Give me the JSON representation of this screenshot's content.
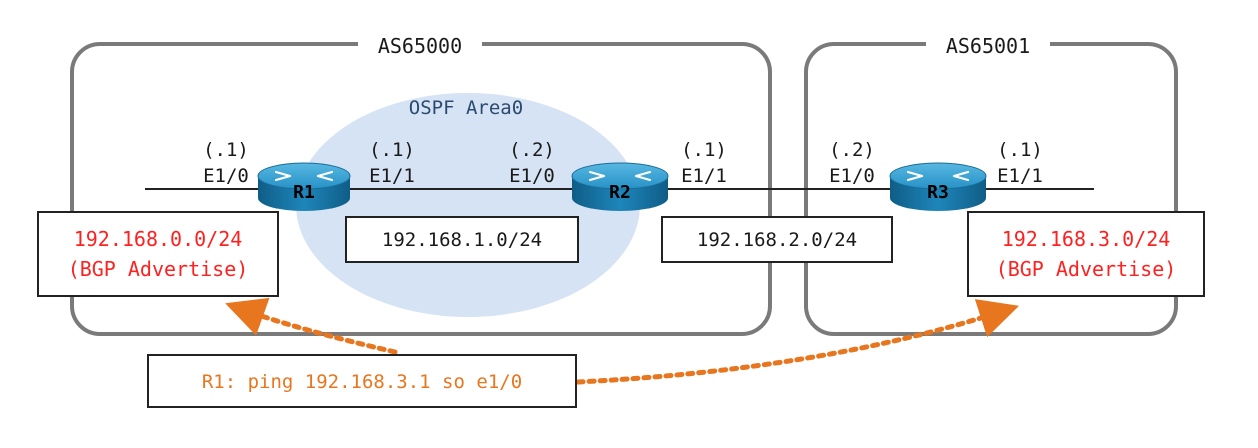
{
  "colors": {
    "as_border": "#7a7a7a",
    "area_fill": "#d6e3f4",
    "link": "#222222",
    "advertise_text": "#ff2020",
    "ping_text": "#e8761e",
    "arrow": "#e8761e",
    "router_body": "#1d7fb0"
  },
  "as_left": {
    "label": "AS65000"
  },
  "as_right": {
    "label": "AS65001"
  },
  "ospf_area": {
    "label": "OSPF Area0"
  },
  "routers": {
    "r1": {
      "label": "R1"
    },
    "r2": {
      "label": "R2"
    },
    "r3": {
      "label": "R3"
    }
  },
  "interfaces": {
    "r1_e10": {
      "host": "(.1)",
      "name": "E1/0"
    },
    "r1_e11": {
      "host": "(.1)",
      "name": "E1/1"
    },
    "r2_e10": {
      "host": "(.2)",
      "name": "E1/0"
    },
    "r2_e11": {
      "host": "(.1)",
      "name": "E1/1"
    },
    "r3_e10": {
      "host": "(.2)",
      "name": "E1/0"
    },
    "r3_e11": {
      "host": "(.1)",
      "name": "E1/1"
    }
  },
  "networks": {
    "left_lan": {
      "line1": "192.168.0.0/24",
      "line2": "(BGP Advertise)"
    },
    "r1_r2": {
      "label": "192.168.1.0/24"
    },
    "r2_r3": {
      "label": "192.168.2.0/24"
    },
    "right_lan": {
      "line1": "192.168.3.0/24",
      "line2": "(BGP Advertise)"
    }
  },
  "ping": {
    "label": "R1: ping 192.168.3.1 so e1/0"
  }
}
